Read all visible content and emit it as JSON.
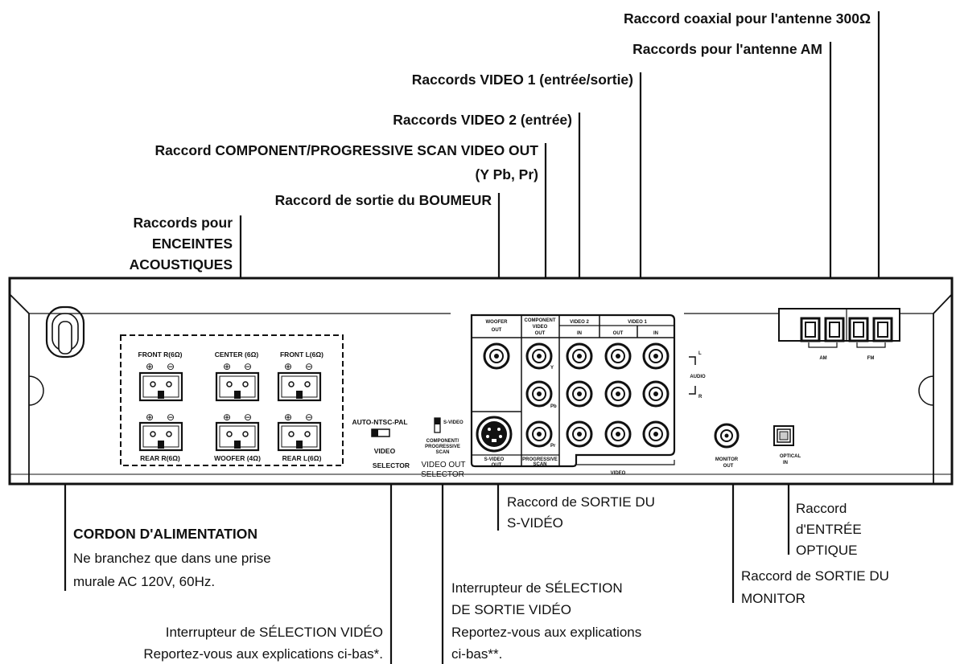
{
  "callouts_top": {
    "coax_300": "Raccord coaxial pour l'antenne 300Ω",
    "am_antenna": "Raccords pour l'antenne AM",
    "video1": "Raccords VIDEO 1 (entrée/sortie)",
    "video2": "Raccords VIDEO 2 (entrée)",
    "component_line1": "Raccord COMPONENT/PROGRESSIVE SCAN VIDEO OUT",
    "component_line2": "(Y Pb, Pr)",
    "woofer_out": "Raccord de sortie du BOUMEUR",
    "speakers_line1": "Raccords pour",
    "speakers_line2": "ENCEINTES",
    "speakers_line3": "ACOUSTIQUES"
  },
  "callouts_bottom": {
    "power_title": "CORDON D'ALIMENTATION",
    "power_line1": "Ne branchez que dans une prise",
    "power_line2": "murale AC 120V, 60Hz.",
    "video_sel_line1": "Interrupteur de SÉLECTION VIDÉO",
    "video_sel_line2": "Reportez-vous aux explications ci-bas*.",
    "out_sel_line1": "Interrupteur de SÉLECTION",
    "out_sel_line2": "DE SORTIE VIDÉO",
    "out_sel_line3": "Reportez-vous aux explications",
    "out_sel_line4": "ci-bas**.",
    "svideo_line1": "Raccord de SORTIE DU",
    "svideo_line2": "S-VIDÉO",
    "optical_line1": "Raccord",
    "optical_line2": "d'ENTRÉE",
    "optical_line3": "OPTIQUE",
    "monitor_line1": "Raccord de SORTIE DU",
    "monitor_line2": "MONITOR"
  },
  "panel": {
    "speakers": {
      "front_r": "FRONT R(6Ω)",
      "center": "CENTER (6Ω)",
      "front_l": "FRONT L(6Ω)",
      "rear_r": "REAR R(6Ω)",
      "woofer": "WOOFER (4Ω)",
      "rear_l": "REAR L(6Ω)",
      "plus": "⊕",
      "minus": "⊖"
    },
    "video_selector": {
      "modes": "AUTO-NTSC-PAL",
      "line1": "VIDEO",
      "line2": "SELECTOR"
    },
    "out_selector": {
      "svideo": "S-VIDEO",
      "line1": "COMPONENT/",
      "line2": "PROGRESSIVE",
      "line3": "SCAN",
      "line4": "VIDEO OUT",
      "line5": "SELECTOR"
    },
    "jacks": {
      "woofer_line1": "WOOFER",
      "woofer_line2": "OUT",
      "comp_line1": "COMPONENT",
      "comp_line2": "VIDEO",
      "comp_line3": "OUT",
      "video2": "VIDEO 2",
      "video1": "VIDEO 1",
      "in": "IN",
      "out": "OUT",
      "y": "Y",
      "pb": "Pb",
      "pr": "Pr",
      "svideo_line1": "S-VIDEO",
      "svideo_line2": "OUT",
      "prog_line1": "PROGRESSIVE",
      "prog_line2": "SCAN",
      "video": "VIDEO",
      "audio": "AUDIO",
      "l": "L",
      "r": "R"
    },
    "monitor_line1": "MONITOR",
    "monitor_line2": "OUT",
    "optical_line1": "OPTICAL",
    "optical_line2": "IN",
    "am": "AM",
    "fm": "FM"
  }
}
